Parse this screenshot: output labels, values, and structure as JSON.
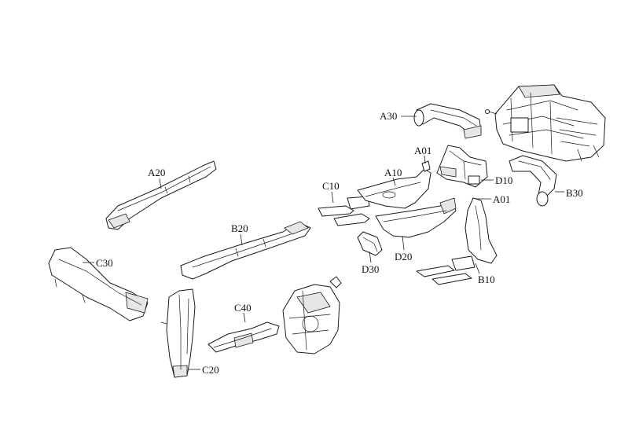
{
  "callouts": {
    "a30": "A30",
    "a01_top": "A01",
    "a10": "A10",
    "a20": "A20",
    "c10": "C10",
    "d10": "D10",
    "a01_right": "A01",
    "b30": "B30",
    "b20": "B20",
    "c30": "C30",
    "d20": "D20",
    "d30": "D30",
    "b10": "B10",
    "c40": "C40",
    "c20": "C20"
  }
}
